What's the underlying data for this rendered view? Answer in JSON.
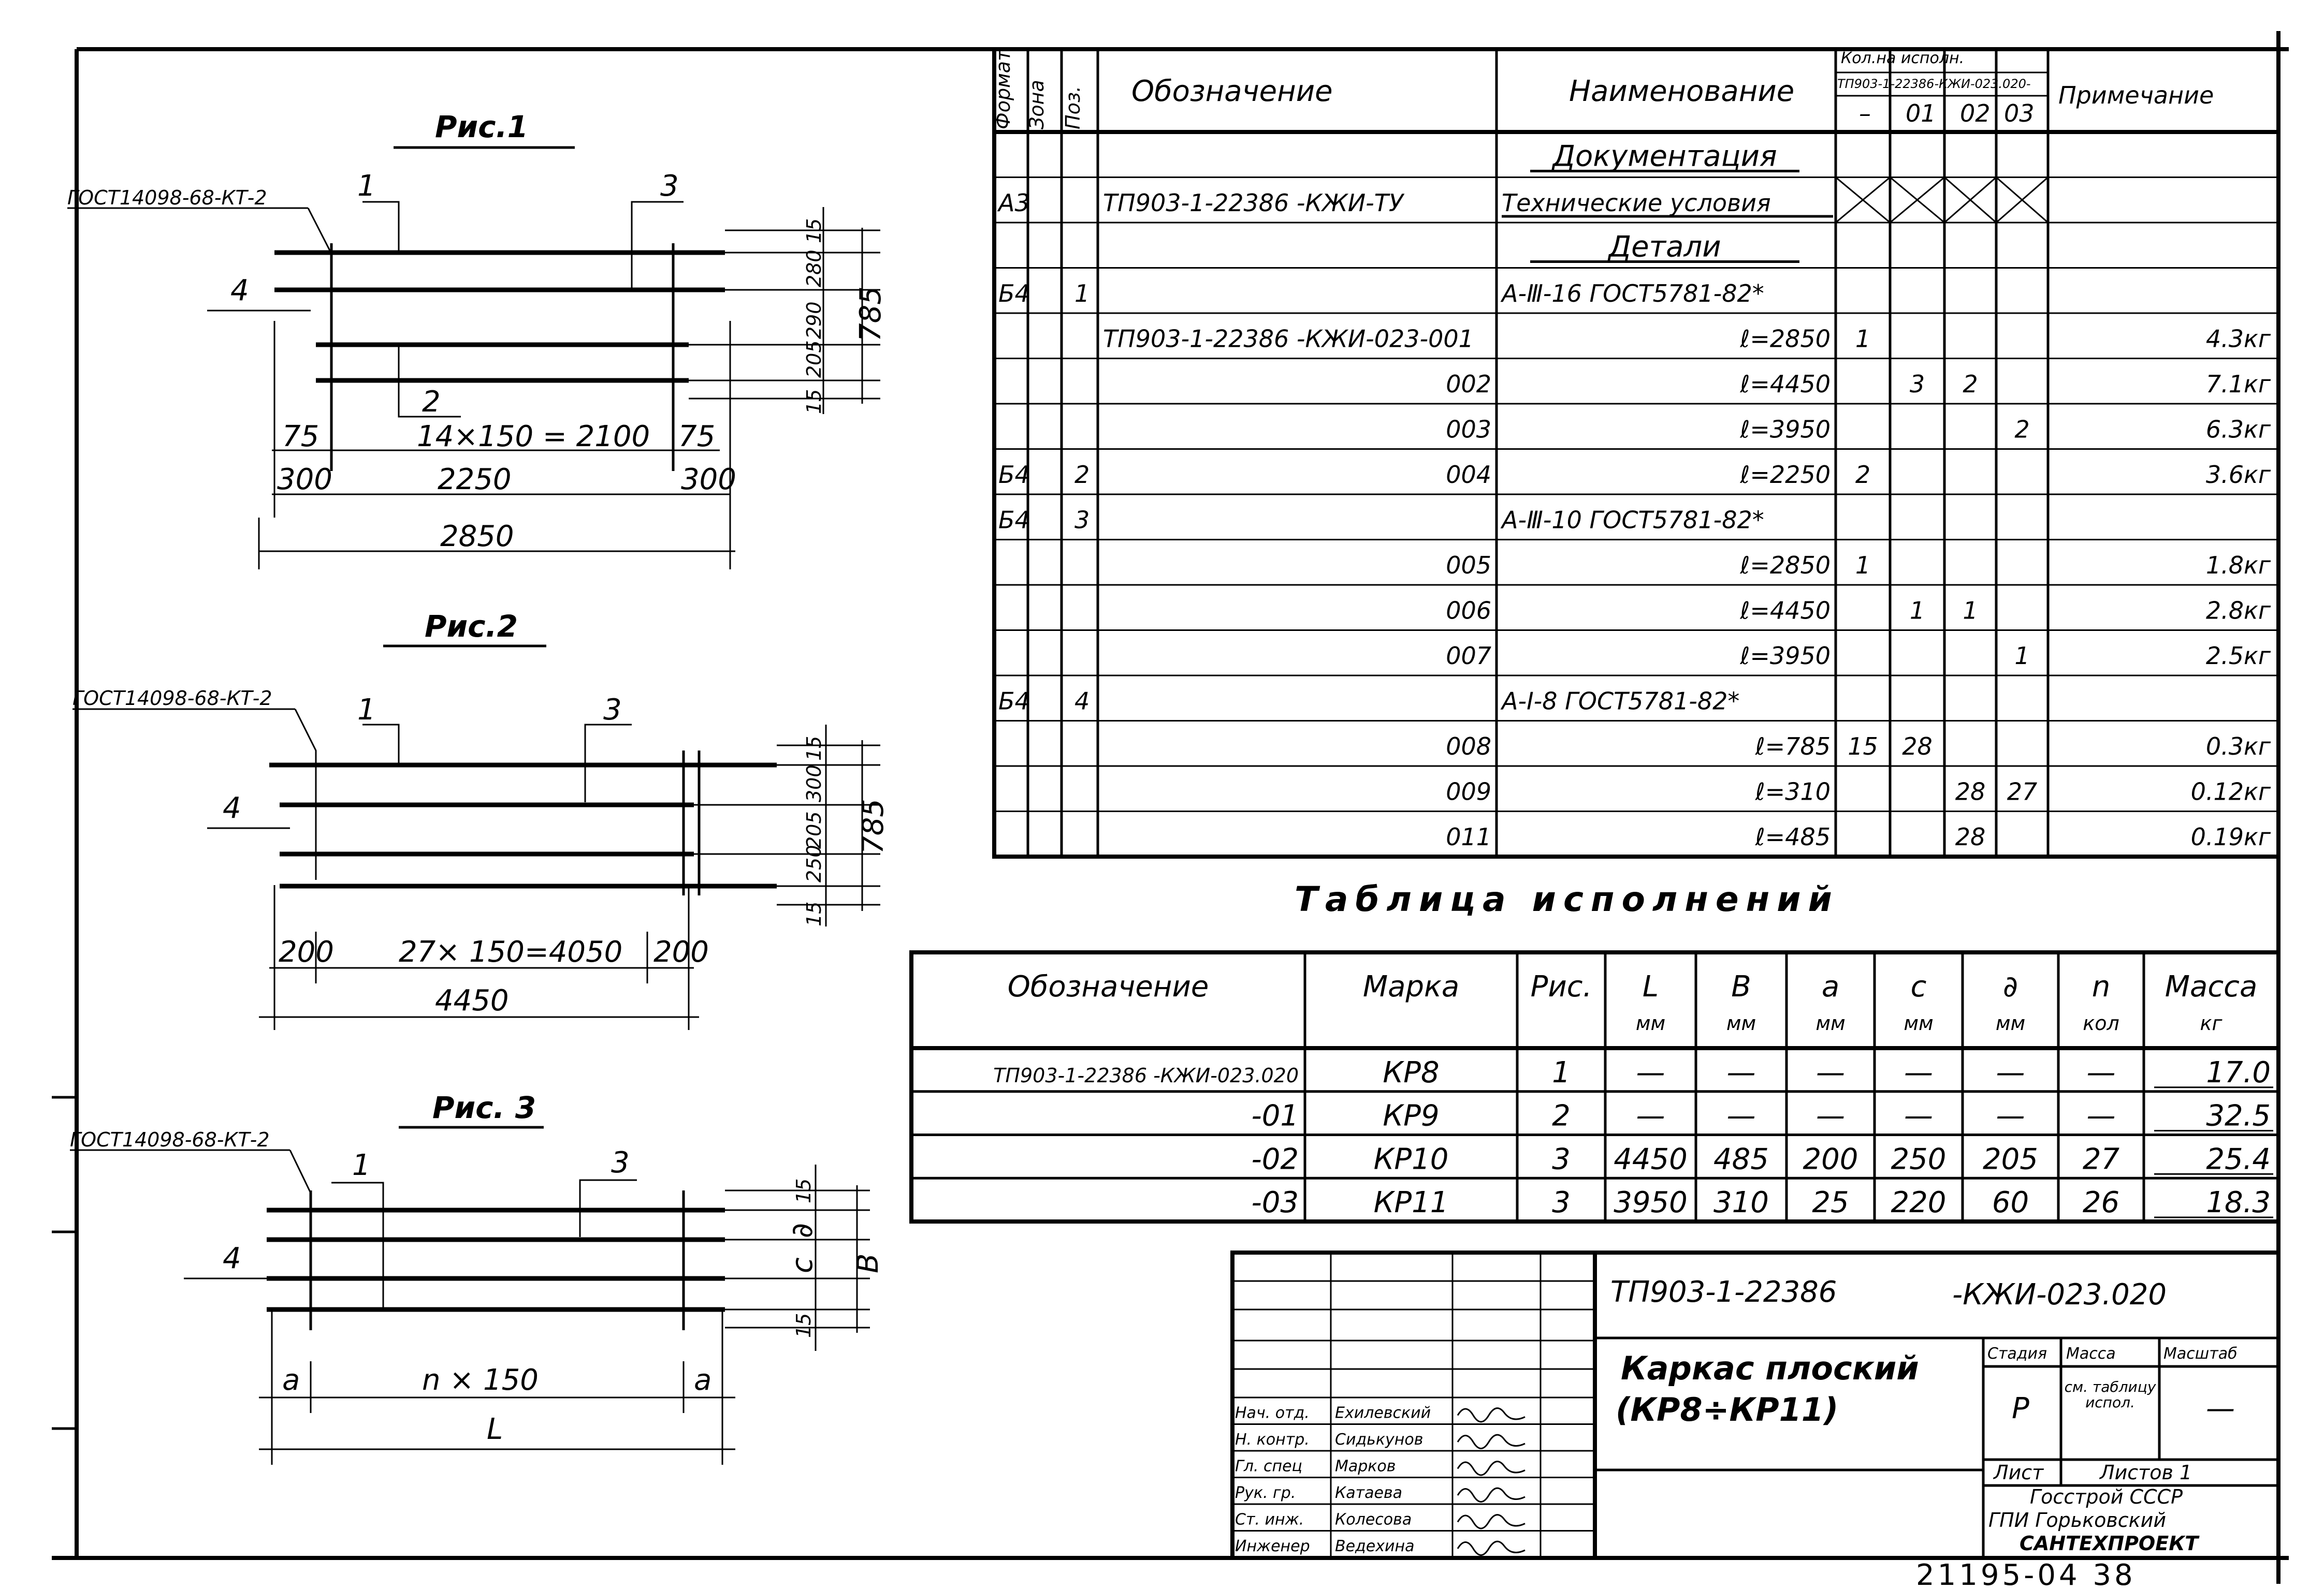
{
  "figures": [
    {
      "title": "Рис.1",
      "gost_ref": "ГОСТ14098-68-КТ-2",
      "pos_left": "1",
      "pos_right": "3",
      "pos_side": "4",
      "pos_bottom": "2",
      "end_left": "75",
      "end_right": "75",
      "pitch": "14×150 = 2100",
      "ext_left": "300",
      "ext_right": "300",
      "span": "2250",
      "total": "2850",
      "v1": "15",
      "v2": "280",
      "v3": "290",
      "v4": "205",
      "v5": "15",
      "height": "785"
    },
    {
      "title": "Рис.2",
      "gost_ref": "ГОСТ14098-68-КТ-2",
      "pos_left": "1",
      "pos_right": "3",
      "pos_side": "4",
      "ext_left": "200",
      "ext_right": "200",
      "pitch": "27× 150=4050",
      "total": "4450",
      "v1": "15",
      "v2": "300",
      "v3": "205",
      "v4": "250",
      "v5": "15",
      "height": "785"
    },
    {
      "title": "Рис. 3",
      "gost_ref": "ГОСТ14098-68-КТ-2",
      "pos_left": "1",
      "pos_right": "3",
      "pos_side": "4",
      "ext_left": "a",
      "ext_right": "a",
      "pitch": "n × 150",
      "total": "L",
      "v1": "15",
      "v2": "∂",
      "v3": "c",
      "v4": "15",
      "height": "B"
    }
  ],
  "spec_table": {
    "headers": {
      "format": "Формат",
      "zone": "Зона",
      "pos": "Поз.",
      "designation": "Обозначение",
      "name": "Наименование",
      "qty_group": "Кол.на исполн.",
      "qty_code": "ТП903-1-22386-КЖИ-023.020-",
      "qty_cols": [
        "–",
        "01",
        "02",
        "03"
      ],
      "note": "Примечание"
    },
    "rows": [
      {
        "format": "",
        "zone": "",
        "pos": "",
        "designation": "",
        "name": "Документация",
        "name_style": "section",
        "q": [
          "",
          "",
          "",
          ""
        ],
        "note": ""
      },
      {
        "format": "А3",
        "zone": "",
        "pos": "",
        "designation": "ТП903-1-22386 -КЖИ-ТУ",
        "name": "Технические условия",
        "name_style": "underline",
        "q": [
          "",
          "",
          "",
          ""
        ],
        "crossed": true,
        "note": ""
      },
      {
        "format": "",
        "zone": "",
        "pos": "",
        "designation": "",
        "name": "Детали",
        "name_style": "section",
        "q": [
          "",
          "",
          "",
          ""
        ],
        "note": ""
      },
      {
        "format": "Б4",
        "zone": "",
        "pos": "1",
        "designation": "",
        "name": "А-Ⅲ-16 ГОСТ5781-82*",
        "name_style": "left",
        "q": [
          "",
          "",
          "",
          ""
        ],
        "note": ""
      },
      {
        "format": "",
        "zone": "",
        "pos": "",
        "designation": "ТП903-1-22386 -КЖИ-023-001",
        "name": "ℓ=2850",
        "name_style": "right",
        "q": [
          "1",
          "",
          "",
          ""
        ],
        "note": "4.3кг"
      },
      {
        "format": "",
        "zone": "",
        "pos": "",
        "designation": "002",
        "name": "ℓ=4450",
        "name_style": "right",
        "q": [
          "",
          "3",
          "2",
          ""
        ],
        "note": "7.1кг"
      },
      {
        "format": "",
        "zone": "",
        "pos": "",
        "designation": "003",
        "name": "ℓ=3950",
        "name_style": "right",
        "q": [
          "",
          "",
          "",
          "2"
        ],
        "note": "6.3кг"
      },
      {
        "format": "Б4",
        "zone": "",
        "pos": "2",
        "designation": "004",
        "name": "ℓ=2250",
        "name_style": "right",
        "q": [
          "2",
          "",
          "",
          ""
        ],
        "note": "3.6кг"
      },
      {
        "format": "Б4",
        "zone": "",
        "pos": "3",
        "designation": "",
        "name": "А-Ⅲ-10 ГОСТ5781-82*",
        "name_style": "left",
        "q": [
          "",
          "",
          "",
          ""
        ],
        "note": ""
      },
      {
        "format": "",
        "zone": "",
        "pos": "",
        "designation": "005",
        "name": "ℓ=2850",
        "name_style": "right",
        "q": [
          "1",
          "",
          "",
          ""
        ],
        "note": "1.8кг"
      },
      {
        "format": "",
        "zone": "",
        "pos": "",
        "designation": "006",
        "name": "ℓ=4450",
        "name_style": "right",
        "q": [
          "",
          "1",
          "1",
          ""
        ],
        "note": "2.8кг"
      },
      {
        "format": "",
        "zone": "",
        "pos": "",
        "designation": "007",
        "name": "ℓ=3950",
        "name_style": "right",
        "q": [
          "",
          "",
          "",
          "1"
        ],
        "note": "2.5кг"
      },
      {
        "format": "Б4",
        "zone": "",
        "pos": "4",
        "designation": "",
        "name": "А-Ⅰ-8 ГОСТ5781-82*",
        "name_style": "left",
        "q": [
          "",
          "",
          "",
          ""
        ],
        "note": ""
      },
      {
        "format": "",
        "zone": "",
        "pos": "",
        "designation": "008",
        "name": "ℓ=785",
        "name_style": "right",
        "q": [
          "15",
          "28",
          "",
          ""
        ],
        "note": "0.3кг"
      },
      {
        "format": "",
        "zone": "",
        "pos": "",
        "designation": "009",
        "name": "ℓ=310",
        "name_style": "right",
        "q": [
          "",
          "",
          "28",
          "27"
        ],
        "note": "0.12кг"
      },
      {
        "format": "",
        "zone": "",
        "pos": "",
        "designation": "011",
        "name": "ℓ=485",
        "name_style": "right",
        "q": [
          "",
          "",
          "28",
          ""
        ],
        "note": "0.19кг"
      }
    ]
  },
  "exec_table": {
    "title": "Таблица исполнений",
    "headers": [
      {
        "top": "Обозначение",
        "unit": ""
      },
      {
        "top": "Марка",
        "unit": ""
      },
      {
        "top": "Рис.",
        "unit": ""
      },
      {
        "top": "L",
        "unit": "мм"
      },
      {
        "top": "B",
        "unit": "мм"
      },
      {
        "top": "a",
        "unit": "мм"
      },
      {
        "top": "c",
        "unit": "мм"
      },
      {
        "top": "∂",
        "unit": "мм"
      },
      {
        "top": "n",
        "unit": "кол"
      },
      {
        "top": "Масса",
        "unit": "кг"
      }
    ],
    "rows": [
      [
        "ТП903-1-22386 -КЖИ-023.020",
        "КР8",
        "1",
        "—",
        "—",
        "—",
        "—",
        "—",
        "—",
        "17.0"
      ],
      [
        "-01",
        "КР9",
        "2",
        "—",
        "—",
        "—",
        "—",
        "—",
        "—",
        "32.5"
      ],
      [
        "-02",
        "КР10",
        "3",
        "4450",
        "485",
        "200",
        "250",
        "205",
        "27",
        "25.4"
      ],
      [
        "-03",
        "КР11",
        "3",
        "3950",
        "310",
        "25",
        "220",
        "60",
        "26",
        "18.3"
      ]
    ]
  },
  "title_block": {
    "doc_number": "ТП903-1-22386",
    "doc_code": "-КЖИ-023.020",
    "title_line1": "Каркас плоский",
    "title_line2": "(КР8÷КР11)",
    "stage_label": "Стадия",
    "stage_value": "Р",
    "mass_label": "Масса",
    "mass_value": "см. таблицу испол.",
    "scale_label": "Масштаб",
    "scale_value": "—",
    "sheet_label": "Лист",
    "sheets_label": "Листов 1",
    "org_line1": "Госстрой СССР",
    "org_line2": "ГПИ Горьковский",
    "org_line3": "САНТЕХПРОЕКТ",
    "signatures": [
      {
        "role": "Нач. отд.",
        "name": "Ехилевский"
      },
      {
        "role": "Н. контр.",
        "name": "Сидькунов"
      },
      {
        "role": "Гл. спец",
        "name": "Марков"
      },
      {
        "role": "Рук. гр.",
        "name": "Катаева"
      },
      {
        "role": "Ст. инж.",
        "name": "Колесова"
      },
      {
        "role": "Инженер",
        "name": "Ведехина"
      }
    ]
  },
  "footer_number": "21195-04 38"
}
